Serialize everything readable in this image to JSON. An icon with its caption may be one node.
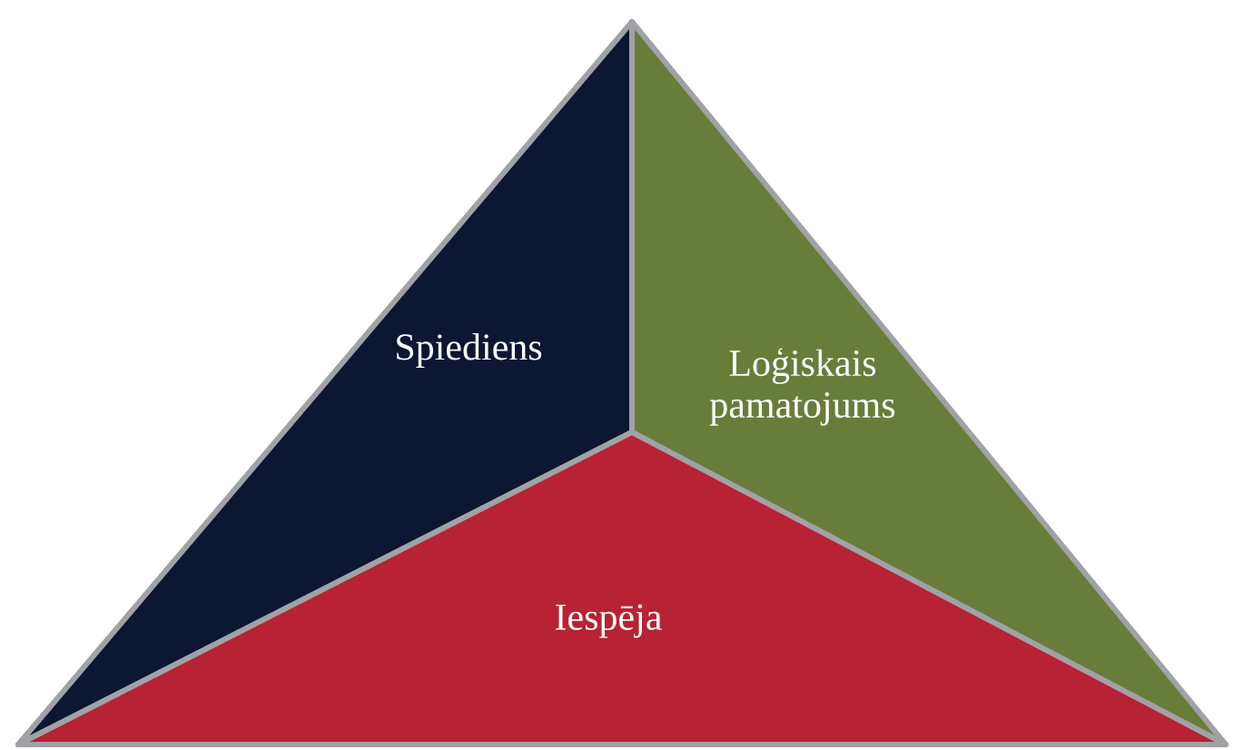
{
  "diagram": {
    "nodes": [
      {
        "text": [
          "Spiediens"
        ]
      },
      {
        "text": [
          "Loģiskais pamatojums"
        ]
      },
      {
        "text": [
          "Iespēja"
        ]
      }
    ]
  }
}
